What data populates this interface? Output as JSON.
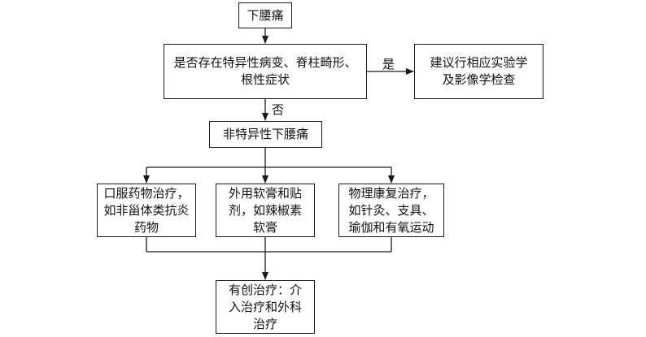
{
  "nodes": {
    "low_back_pain": [
      "下腰痛"
    ],
    "specific_check": [
      "是否存在特异性病变、脊柱畸形、",
      "根性症状"
    ],
    "lab_imaging": [
      "建议行相应实验学",
      "及影像学检查"
    ],
    "nonspecific": [
      "非特异性下腰痛"
    ],
    "oral_meds": [
      "口服药物治疗，",
      "如非甾体类抗炎",
      "药物"
    ],
    "topical": [
      "外用软膏和贴",
      "剂，如辣椒素",
      "软膏"
    ],
    "physio": [
      "物理康复治疗，",
      "如针灸、支具、",
      "瑜伽和有氧运动"
    ],
    "invasive": [
      "有创治疗：介",
      "入治疗和外科",
      "治疗"
    ]
  },
  "edge_labels": {
    "yes": "是",
    "no": "否"
  }
}
